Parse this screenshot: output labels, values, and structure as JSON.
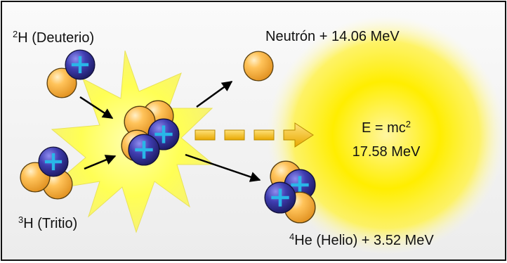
{
  "deuterium": {
    "mass_number": "2",
    "name": "H (Deuterio)"
  },
  "tritium": {
    "mass_number": "3",
    "name": "H (Tritio)"
  },
  "neutron_label": "Neutrón + 14.06 MeV",
  "helium": {
    "mass_number": "4",
    "name": "He (Helio) + 3.52 MeV"
  },
  "energy": {
    "equation_base": "E = mc",
    "equation_exponent": "2",
    "value": "17.58 MeV"
  },
  "colors": {
    "proton": "#2c2a86",
    "neutron": "#f2a92f",
    "proton_sign": "#29b6e8",
    "star": "#ffff4d",
    "energy_glow": "#ffee00",
    "transfer_arrow": "#f0c020",
    "arrow": "#000000"
  },
  "icons": {
    "proton": "blue-plus-sphere",
    "neutron": "orange-sphere",
    "reaction": "yellow-starburst"
  }
}
